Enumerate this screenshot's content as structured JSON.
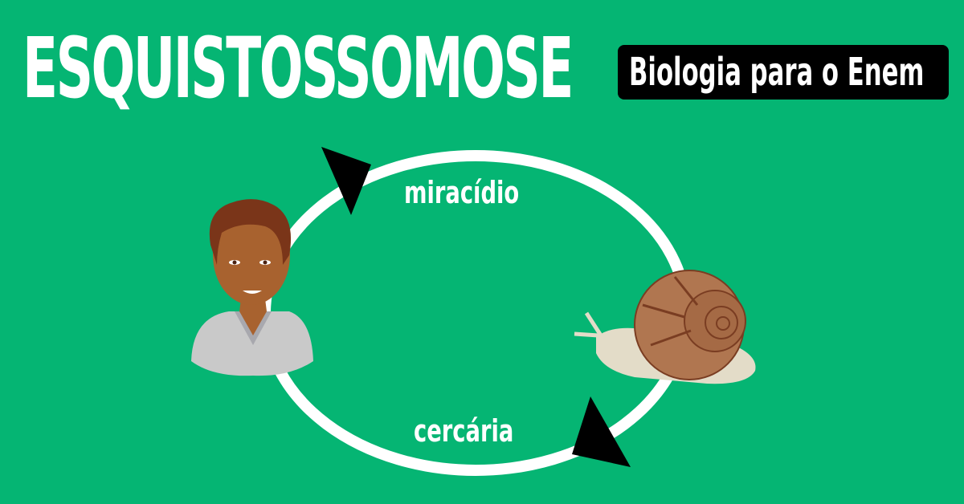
{
  "header": {
    "title": "ESQUISTOSSOMOSE",
    "badge": "Biologia para o Enem"
  },
  "cycle": {
    "top_label": "miracídio",
    "bottom_label": "cercária",
    "nodes": [
      "human",
      "snail"
    ],
    "arrows": [
      "arrow-up-left",
      "arrow-down-right"
    ]
  },
  "colors": {
    "background": "#05b573",
    "text": "#ffffff",
    "badge_bg": "#000000",
    "arrow": "#000000"
  }
}
